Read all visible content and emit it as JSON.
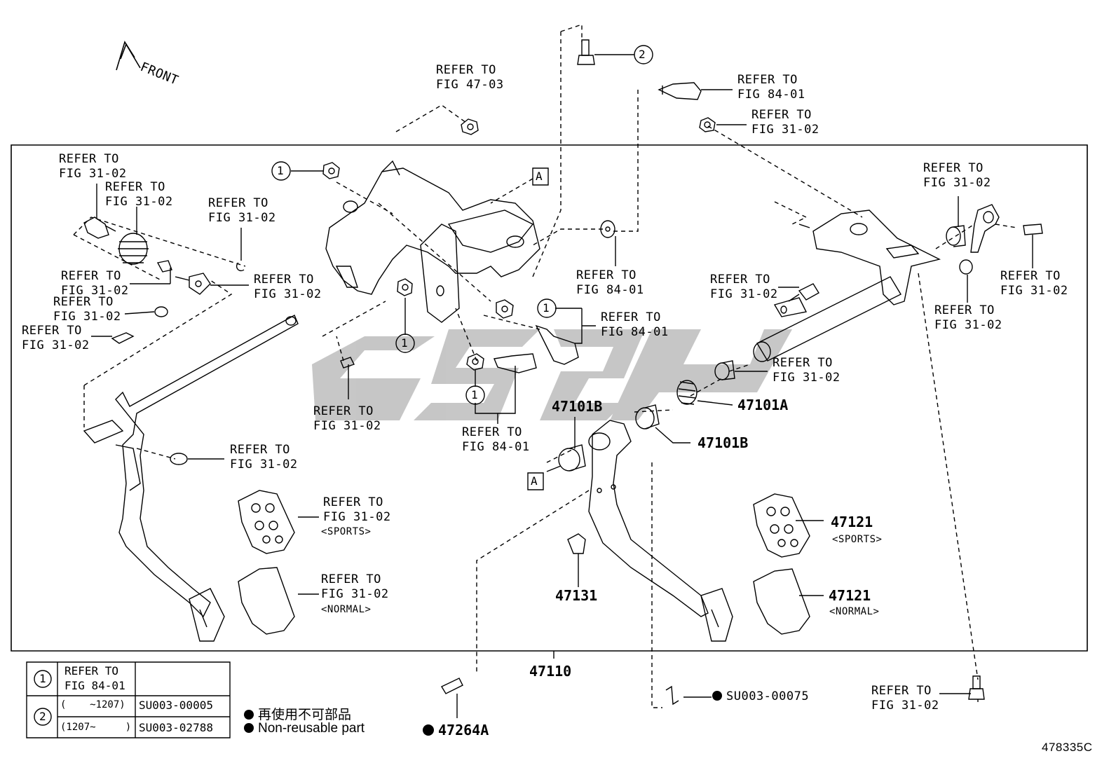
{
  "diagram": {
    "front_label": "FRONT",
    "figure_code": "478335C",
    "main_assembly": "47110",
    "box_marker": "A",
    "refs": {
      "fig_47_03": "REFER TO\nFIG 47-03",
      "fig_84_01": "REFER TO\nFIG 84-01",
      "fig_31_02": "REFER TO\nFIG 31-02"
    },
    "variants": {
      "sports": "<SPORTS>",
      "normal": "<NORMAL>"
    },
    "parts": {
      "p47101A": "47101A",
      "p47101B": "47101B",
      "p47121": "47121",
      "p47131": "47131",
      "p47264A": "47264A",
      "su003_00075": "SU003-00075"
    },
    "callouts": {
      "one": "1",
      "two": "2"
    }
  },
  "legend": {
    "row1_num": "1",
    "row1_text": "REFER TO\nFIG 84-01",
    "row2_num": "2",
    "row2a_range": "(    ~1207)",
    "row2a_part": "SU003-00005",
    "row2b_range": "(1207~     )",
    "row2b_part": "SU003-02788",
    "note_jp": "再使用不可部品",
    "note_en": "Non-reusable part"
  },
  "colors": {
    "line": "#000000",
    "watermark": "#bdbdbd"
  }
}
